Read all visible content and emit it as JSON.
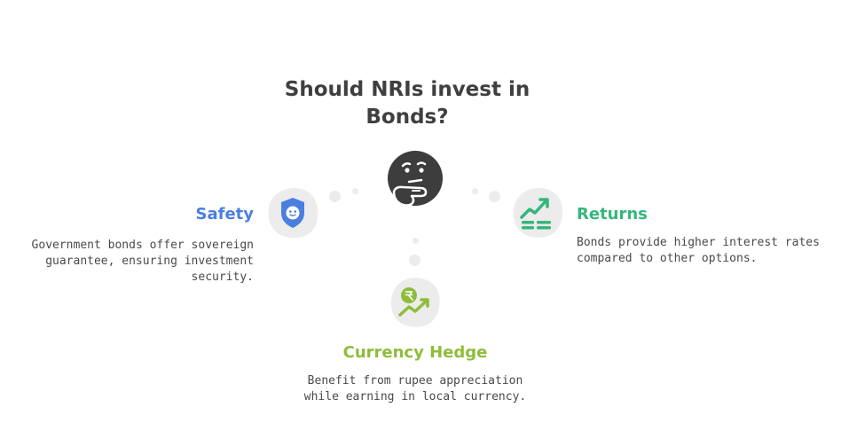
{
  "title": {
    "line1": "Should NRIs invest in",
    "line2": "Bonds?"
  },
  "center_icon": "thinking-face-icon",
  "items": [
    {
      "key": "safety",
      "title": "Safety",
      "icon": "shield-face-icon",
      "color": "#4a7fe0",
      "description_lines": [
        "Government bonds offer sovereign",
        "guarantee, ensuring investment",
        "security."
      ]
    },
    {
      "key": "returns",
      "title": "Returns",
      "icon": "growth-chart-icon",
      "color": "#35b77b",
      "description_lines": [
        "Bonds provide higher interest rates",
        "compared to other options."
      ]
    },
    {
      "key": "hedge",
      "title": "Currency Hedge",
      "icon": "currency-growth-icon",
      "color": "#8ebd3a",
      "description_lines": [
        "Benefit from rupee appreciation",
        "while earning in local currency."
      ]
    }
  ],
  "colors": {
    "title": "#3f3f3f",
    "text": "#4a4a4a",
    "blob": "#ececec"
  }
}
